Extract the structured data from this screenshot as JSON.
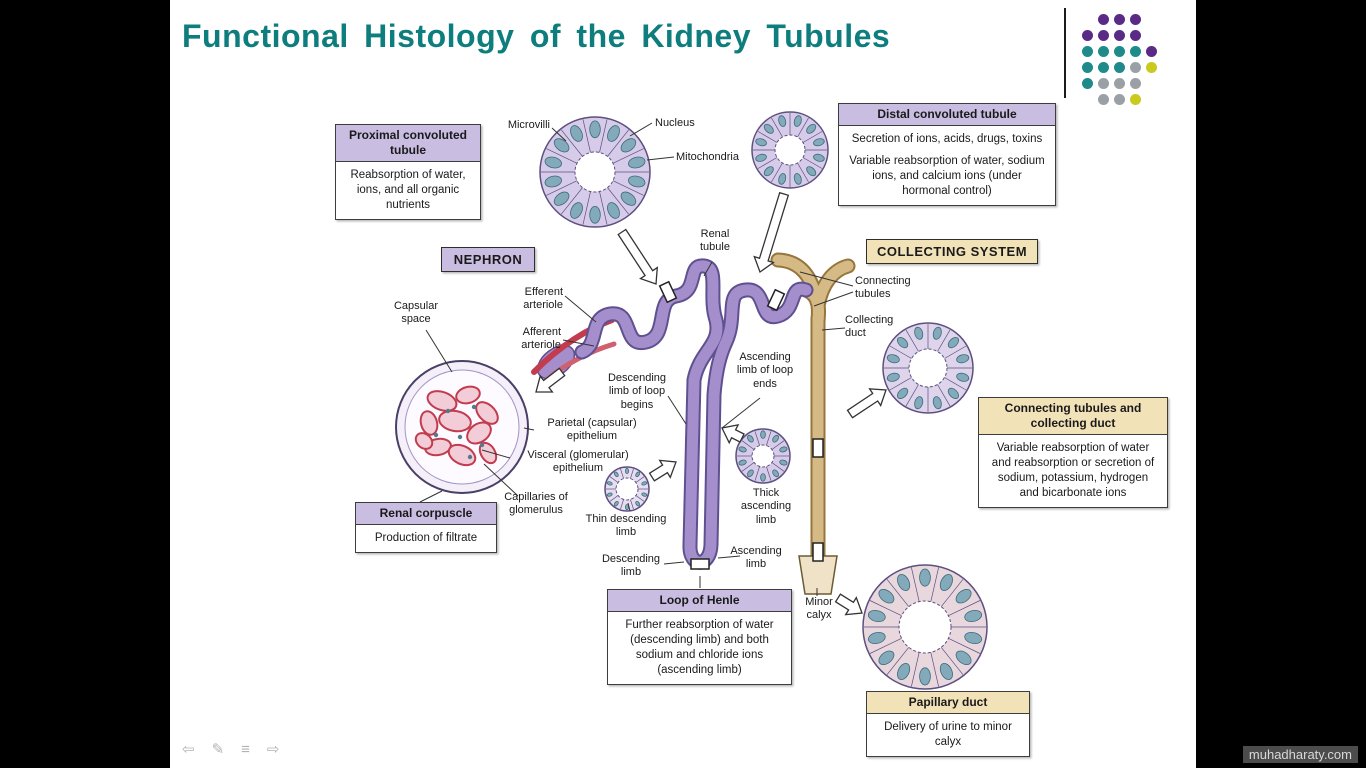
{
  "slide": {
    "title": "Functional Histology of the Kidney Tubules",
    "watermark": "muhadharaty.com"
  },
  "boxes": {
    "proximal": {
      "title": "Proximal convoluted tubule",
      "body": "Reabsorption of water, ions, and all organic nutrients"
    },
    "distal": {
      "title": "Distal convoluted tubule",
      "body1": "Secretion of ions, acids, drugs, toxins",
      "body2": "Variable reabsorption of water, sodium ions, and calcium ions (under hormonal control)"
    },
    "nephron": {
      "title": "NEPHRON"
    },
    "collecting_system": {
      "title": "COLLECTING  SYSTEM"
    },
    "renal_corpuscle": {
      "title": "Renal corpuscle",
      "body": "Production of filtrate"
    },
    "connecting_collecting": {
      "title": "Connecting tubules and collecting duct",
      "body": "Variable reabsorption of water and reabsorption or secretion of sodium, potassium, hydrogen and bicarbonate ions"
    },
    "loop_of_henle": {
      "title": "Loop of Henle",
      "body": "Further reabsorption of water (descending limb) and both sodium and chloride ions (ascending limb)"
    },
    "papillary_duct": {
      "title": "Papillary duct",
      "body": "Delivery of urine to minor calyx"
    }
  },
  "labels": {
    "microvilli": "Microvilli",
    "nucleus": "Nucleus",
    "mitochondria": "Mitochondria",
    "renal_tubule": "Renal tubule",
    "efferent_arteriole": "Efferent arteriole",
    "afferent_arteriole": "Afferent arteriole",
    "capsular_space": "Capsular space",
    "descending_limb_begins": "Descending limb of loop begins",
    "ascending_limb_ends": "Ascending limb of loop ends",
    "connecting_tubules": "Connecting tubules",
    "collecting_duct": "Collecting duct",
    "parietal_epithelium": "Parietal (capsular) epithelium",
    "visceral_epithelium": "Visceral (glomerular) epithelium",
    "capillaries_of_glomerulus": "Capillaries of glomerulus",
    "thin_descending_limb": "Thin descending limb",
    "thick_ascending_limb": "Thick ascending limb",
    "descending_limb": "Descending limb",
    "ascending_limb": "Ascending limb",
    "minor_calyx": "Minor calyx"
  },
  "nav": {
    "previous": "⇦",
    "annotate": "✎",
    "menu": "≡",
    "next": "⇨"
  },
  "logo": {
    "palette": {
      "p": "#5b2a86",
      "t": "#1f8a8a",
      "g": "#9aa0a6",
      "y": "#c9c91e"
    },
    "grid": [
      ".ppp.",
      "pppp.",
      "ttttp",
      "tttgy",
      "tggg.",
      ".ggy."
    ]
  },
  "colors": {
    "title_teal": "#0d7d7d",
    "header_purple": "#c9bde2",
    "header_tan": "#f2e2b8",
    "tube_purple": "#a48fcc",
    "tube_purple_dark": "#5f5190",
    "duct_tan": "#d6ba85",
    "duct_tan_dark": "#96763d",
    "capillary_red": "#c23b4e"
  }
}
